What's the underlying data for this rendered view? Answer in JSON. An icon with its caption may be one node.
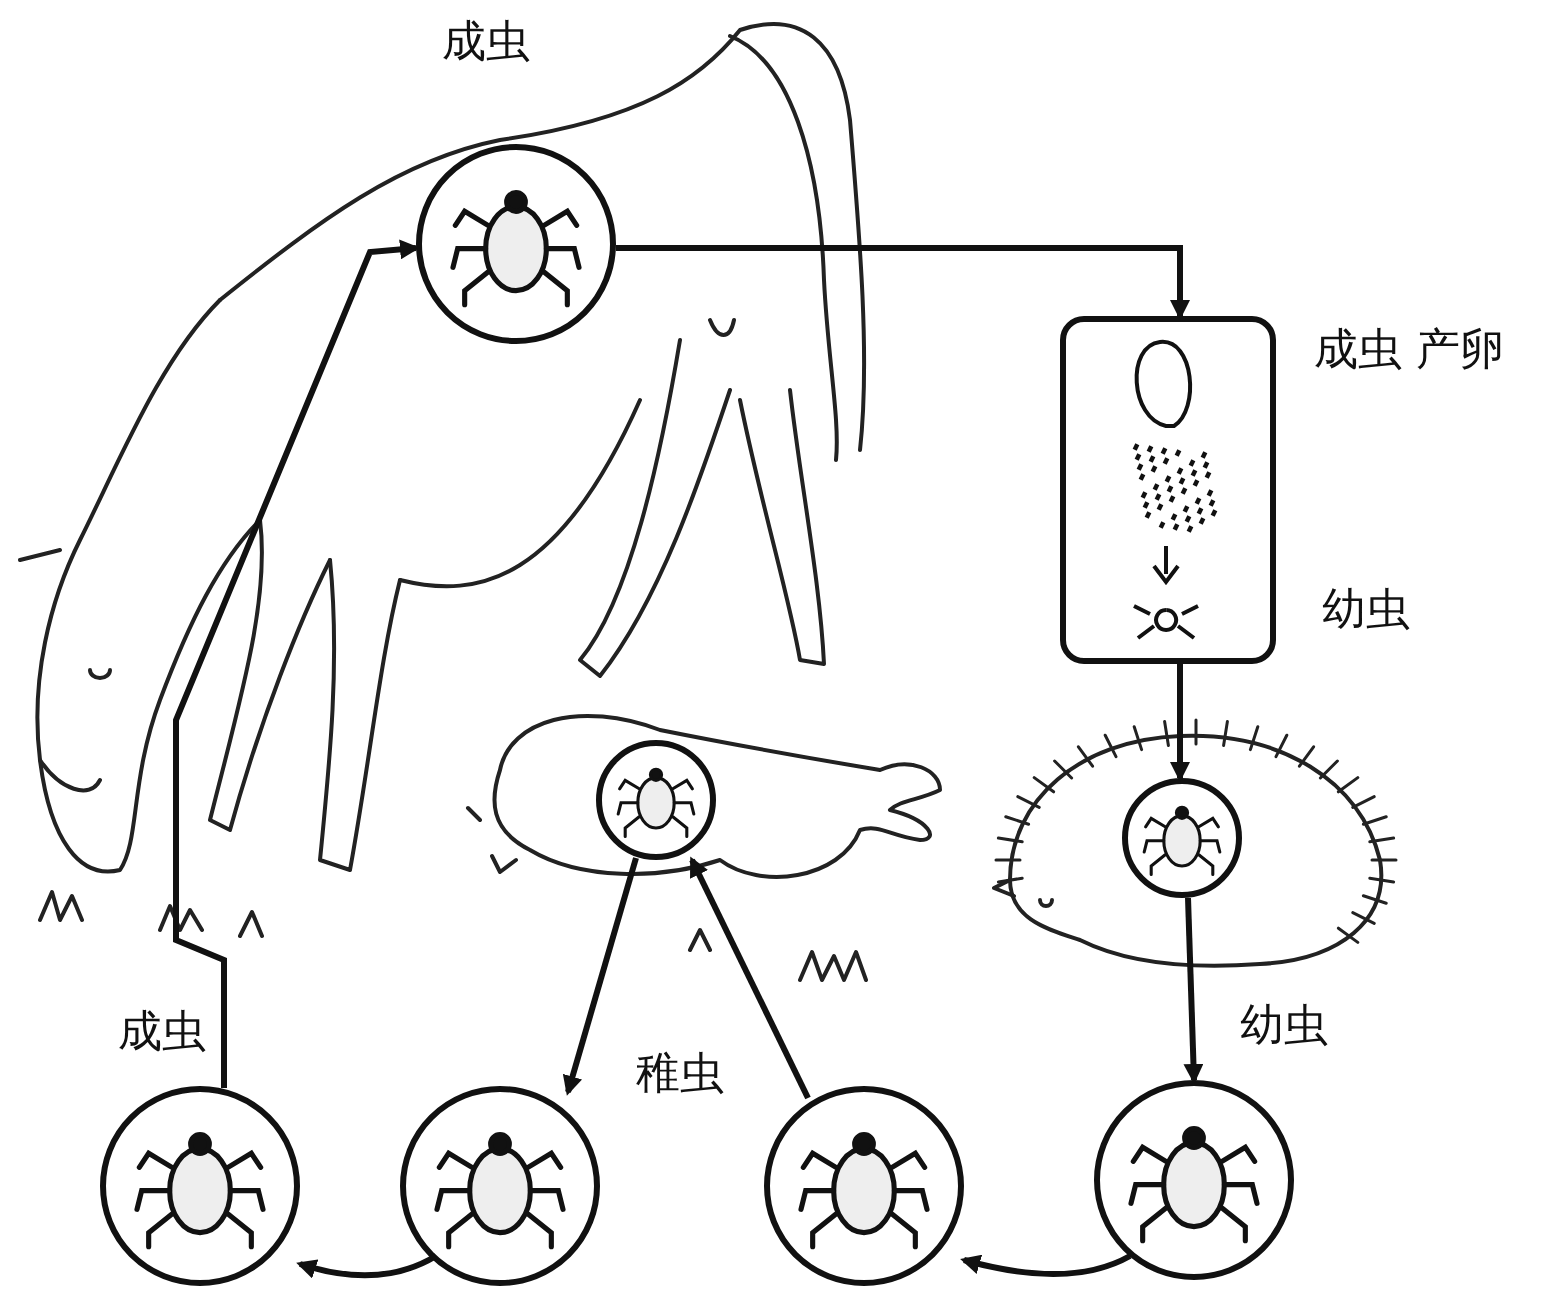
{
  "diagram": {
    "nodes": [
      {
        "text": [],
        "shape": "circle",
        "beside": [
          "成虫"
        ]
      },
      {
        "text": [],
        "shape": "box",
        "beside": [
          "成虫 产卵",
          "幼虫"
        ]
      },
      {
        "text": [],
        "shape": "circle"
      },
      {
        "text": [],
        "shape": "circle",
        "beside": [
          "幼虫"
        ]
      },
      {
        "text": [],
        "shape": "circle"
      },
      {
        "text": [],
        "shape": "circle"
      },
      {
        "text": [],
        "shape": "circle"
      },
      {
        "text": [],
        "shape": "circle",
        "beside": [
          "成虫"
        ]
      }
    ],
    "edges": [
      {
        "from": 0,
        "to": 1,
        "arrow": "to"
      },
      {
        "from": 1,
        "to": 2,
        "arrow": "to"
      },
      {
        "from": 2,
        "to": 3,
        "arrow": "to"
      },
      {
        "from": 3,
        "to": 4,
        "arrow": "to"
      },
      {
        "from": 4,
        "to": 5,
        "arrow": "to"
      },
      {
        "from": 5,
        "to": 6,
        "arrow": "to"
      },
      {
        "from": 6,
        "to": 7,
        "arrow": "to"
      },
      {
        "from": 7,
        "to": 0,
        "arrow": "to"
      }
    ],
    "labels": [
      "稚虫"
    ]
  }
}
